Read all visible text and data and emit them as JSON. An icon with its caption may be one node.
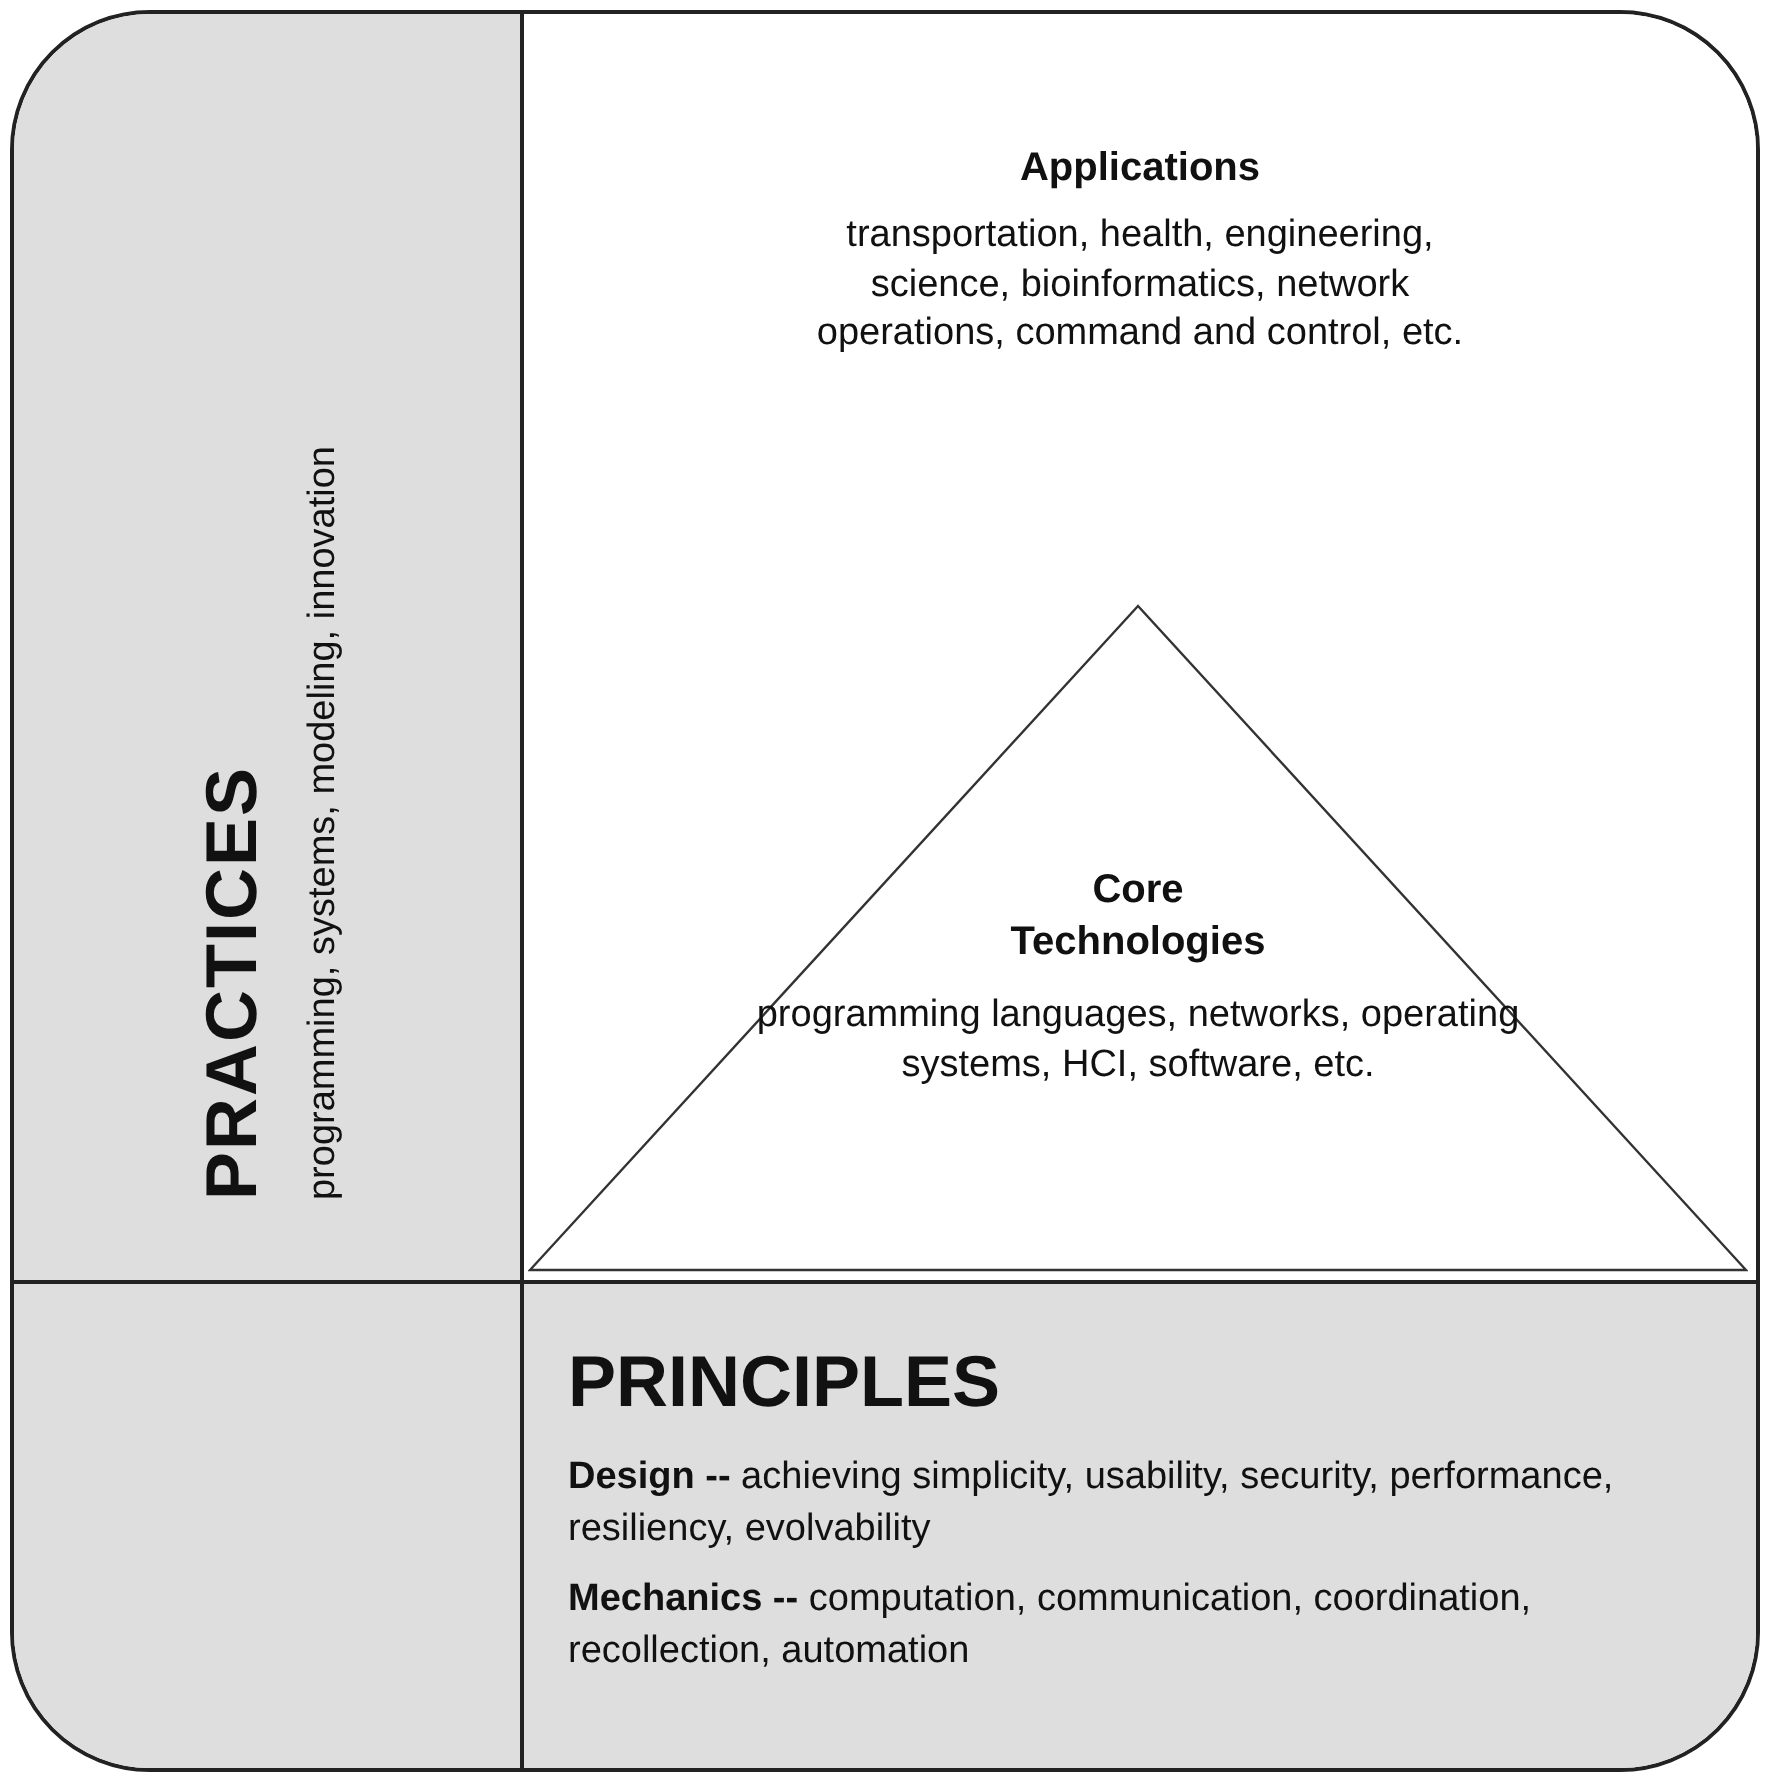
{
  "diagram": {
    "nodes": [
      {
        "text": [
          "PRACTICES",
          "programming, systems, modeling, innovation"
        ]
      },
      {
        "text": [
          "Applications",
          "transportation, health, engineering, science, bioinformatics, network operations, command and control, etc."
        ]
      },
      {
        "text": [
          "Core Technologies",
          "programming languages, networks, operating systems, HCI, software, etc."
        ],
        "in": 1
      },
      {
        "text": [
          "PRINCIPLES",
          "**Design --** achieving simplicity, usability, security, performance, resiliency, evolvability",
          "**Mechanics --** computation, communication, coordination, recollection, automation"
        ]
      }
    ],
    "edges": []
  }
}
